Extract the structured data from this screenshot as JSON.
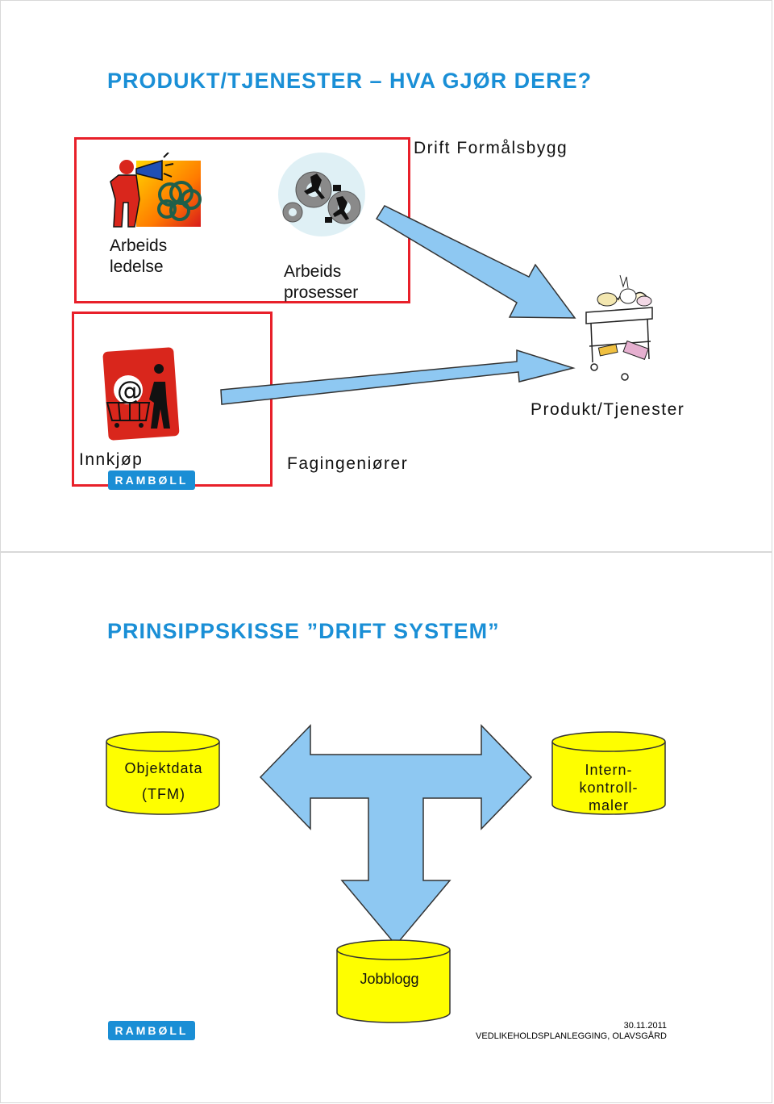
{
  "slide1": {
    "title": "PRODUKT/TJENESTER – HVA GJØR DERE?",
    "drift_label": "Drift Formålsbygg",
    "arbeids_ledelse": [
      "Arbeids",
      "ledelse"
    ],
    "arbeids_prosesser": [
      "Arbeids",
      "prosesser"
    ],
    "produkt_label": "Produkt/Tjenester",
    "innkjop_label": "Innkjøp",
    "fagingeniorer_label": "Fagingeniører",
    "logo_text": "RAMBØLL"
  },
  "slide2": {
    "title": "PRINSIPPSKISSE ”DRIFT SYSTEM”",
    "objektdata": [
      "Objektdata",
      "(TFM)"
    ],
    "internkontroll": [
      "Intern-",
      "kontroll-",
      "maler"
    ],
    "jobblogg": "Jobblogg",
    "logo_text": "RAMBØLL",
    "footer_date": "30.11.2011",
    "footer_text": "VEDLIKEHOLDSPLANLEGGING, OLAVSGÅRD"
  },
  "colors": {
    "title_blue": "#1a8fd6",
    "frame_red": "#e8202a",
    "arrow_blue": "#8ec8f2",
    "cylinder_yellow": "#fefe00",
    "logo_blue": "#1a8ed5"
  }
}
